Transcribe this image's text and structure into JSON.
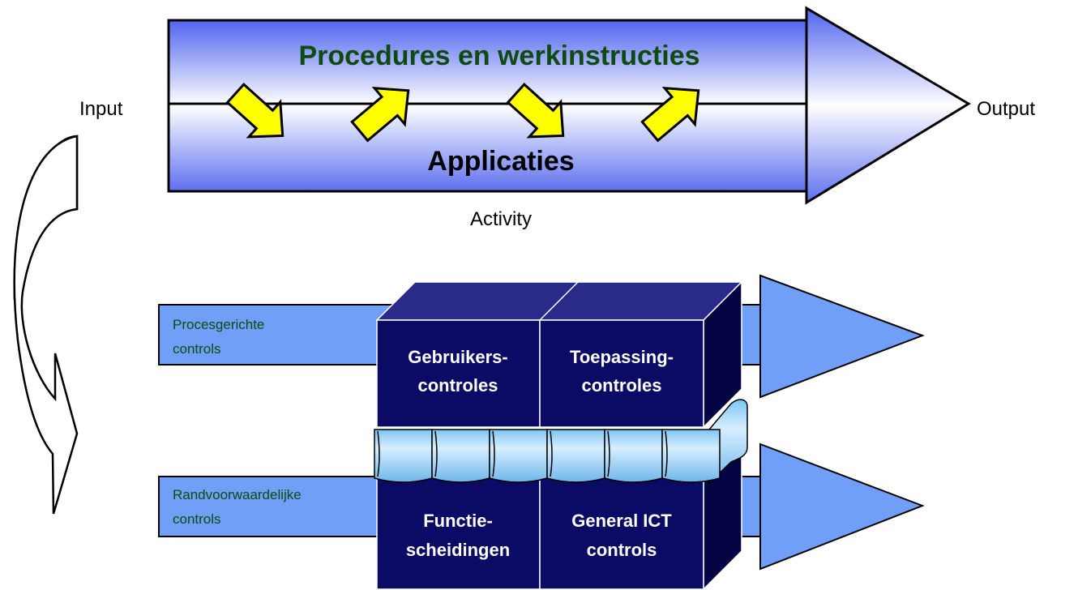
{
  "process": {
    "input_label": "Input",
    "output_label": "Output",
    "activity_label": "Activity",
    "top_title": "Procedures en werkinstructies",
    "bottom_title": "Applicaties"
  },
  "controls": {
    "process_controls_line1": "Procesgerichte",
    "process_controls_line2": "controls",
    "boundary_controls_line1": "Randvoorwaardelijke",
    "boundary_controls_line2": "controls"
  },
  "blocks": {
    "user_controls_line1": "Gebruikers-",
    "user_controls_line2": "controles",
    "application_controls_line1": "Toepassing-",
    "application_controls_line2": "controles",
    "segregation_line1": "Functie-",
    "segregation_line2": "scheidingen",
    "general_ict_line1": "General ICT",
    "general_ict_line2": "controls"
  },
  "colors": {
    "process_gradient_top": "#4f64ee",
    "process_gradient_mid": "#ffffff",
    "process_gradient_bottom": "#5d70ee",
    "top_title_color": "#0f4a12",
    "step_arrow_fill": "#ffff00",
    "control_band_fill": "#6f9ff6",
    "control_text_color": "#0e4a12",
    "block_front": "#0b0b66",
    "block_top": "#2a2a8a",
    "block_side": "#050544",
    "cylinder_light": "#cdeaff",
    "cylinder_mid": "#7fc4f2",
    "loop_arrow_fill": "#c9c9c9"
  }
}
